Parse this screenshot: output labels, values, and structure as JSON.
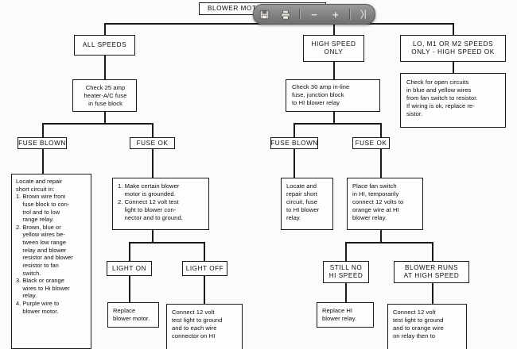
{
  "document": {
    "type": "automotive-troubleshooting-flowchart",
    "title": "BLOWER MOTOR INOPERATIVE"
  },
  "pdf_toolbar": {
    "buttons": [
      {
        "name": "save-icon",
        "glyph": "💾"
      },
      {
        "name": "print-icon",
        "glyph": "🖨"
      },
      {
        "name": "zoom-out-icon",
        "glyph": "−"
      },
      {
        "name": "zoom-in-icon",
        "glyph": "+"
      },
      {
        "name": "adobe-pdf-icon",
        "glyph": "弔"
      }
    ]
  },
  "nodes": {
    "root": {
      "lines": [
        "BLOWER MOTOR INOPERATIVE"
      ]
    },
    "branch_all_speeds": {
      "lines": [
        "ALL SPEEDS"
      ]
    },
    "branch_high_speed": {
      "lines": [
        "HIGH SPEED",
        "ONLY"
      ]
    },
    "branch_lo_m1_m2": {
      "lines": [
        "LO, M1 OR M2 SPEEDS",
        "ONLY - HIGH SPEED OK"
      ]
    },
    "check_25amp": {
      "lines": [
        "Check 25 amp",
        "heater-A/C fuse",
        "in fuse block"
      ]
    },
    "check_30amp": {
      "lines": [
        "Check 30 amp in-line",
        "fuse, junction block",
        "to HI blower relay"
      ]
    },
    "check_open_circuits": {
      "lines": [
        "Check for open circuits",
        "in blue and yellow wires",
        "from fan switch to resistor.",
        "If wiring is ok, replace re-",
        "sistor."
      ]
    },
    "fuse_blown_left": {
      "lines": [
        "FUSE BLOWN"
      ]
    },
    "fuse_ok_left": {
      "lines": [
        "FUSE OK"
      ]
    },
    "fuse_blown_right": {
      "lines": [
        "FUSE BLOWN"
      ]
    },
    "fuse_ok_right": {
      "lines": [
        "FUSE OK"
      ]
    },
    "locate_repair_short_left": {
      "lines": [
        "Locate and repair",
        "short circuit in:",
        "1. Brown wire from",
        "    fuse block to con-",
        "    trol and to low",
        "    range relay.",
        "2. Brown, blue or",
        "    yellow wires be-",
        "    tween low range",
        "    relay and blower",
        "    resistor and blower",
        "    resistor to fan",
        "    switch.",
        "3. Black or orange",
        "    wires to Hi blower",
        "    relay.",
        "4. Purple wire to",
        "    blower motor."
      ]
    },
    "make_certain_grounded": {
      "lines": [
        "1. Make certain blower",
        "    motor is grounded.",
        "2. Connect 12 volt test",
        "    light to blower con-",
        "    nector and to ground."
      ]
    },
    "locate_repair_short_right": {
      "lines": [
        "Locate and",
        "repair short",
        "circuit, fuse",
        "to HI blower",
        "relay."
      ]
    },
    "place_fan_switch": {
      "lines": [
        "Place fan switch",
        "in HI, temporarily",
        "connect 12 volts to",
        "orange wire at HI",
        "blower relay."
      ]
    },
    "light_on": {
      "lines": [
        "LIGHT ON"
      ]
    },
    "light_off": {
      "lines": [
        "LIGHT OFF"
      ]
    },
    "still_no_hi_speed": {
      "lines": [
        "STILL NO",
        "HI SPEED"
      ]
    },
    "blower_runs_high": {
      "lines": [
        "BLOWER RUNS",
        "AT HIGH SPEED"
      ]
    },
    "replace_blower_motor": {
      "lines": [
        "Replace",
        "blower motor."
      ]
    },
    "connect_12v_each_wire": {
      "lines": [
        "Connect 12 volt",
        "test light to ground",
        "and to each wire",
        "connector on HI"
      ]
    },
    "replace_hi_relay": {
      "lines": [
        "Replace HI",
        "blower relay."
      ]
    },
    "connect_12v_orange_wire": {
      "lines": [
        "Connect 12 volt",
        "test light to ground",
        "and to orange wire",
        "on relay then to"
      ]
    }
  },
  "colors": {
    "ink": "#1a1a1a",
    "paper": "#fbfbf9",
    "toolbar_top": "#9a9a9a",
    "toolbar_bottom": "#6e6e6e"
  }
}
